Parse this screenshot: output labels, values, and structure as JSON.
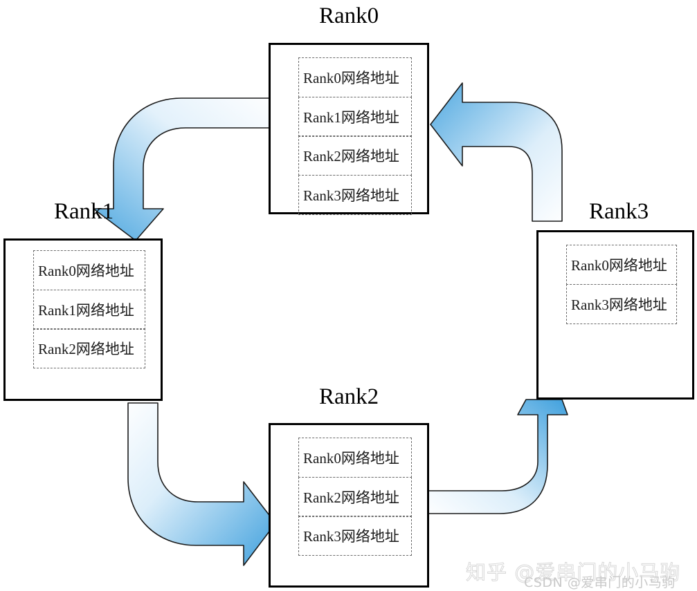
{
  "diagram": {
    "title": "Rank network address table exchange ring",
    "accent_color": "#4FA8E0",
    "accent_color_light": "#FBFDFF",
    "border_color": "#000000",
    "entry_border_color": "#6B6B6B"
  },
  "nodes": [
    {
      "id": "rank0",
      "label": "Rank0",
      "entries": [
        "Rank0网络地址",
        "Rank1网络地址",
        "Rank2网络地址",
        "Rank3网络地址"
      ]
    },
    {
      "id": "rank1",
      "label": "Rank1",
      "entries": [
        "Rank0网络地址",
        "Rank1网络地址",
        "Rank2网络地址"
      ]
    },
    {
      "id": "rank2",
      "label": "Rank2",
      "entries": [
        "Rank0网络地址",
        "Rank2网络地址",
        "Rank3网络地址"
      ]
    },
    {
      "id": "rank3",
      "label": "Rank3",
      "entries": [
        "Rank0网络地址",
        "Rank3网络地址"
      ]
    }
  ],
  "arrows": [
    {
      "id": "rank0-to-rank1",
      "from": "Rank0",
      "to": "Rank1",
      "direction": "down"
    },
    {
      "id": "rank1-to-rank2",
      "from": "Rank1",
      "to": "Rank2",
      "direction": "right"
    },
    {
      "id": "rank2-to-rank3",
      "from": "Rank2",
      "to": "Rank3",
      "direction": "up"
    },
    {
      "id": "rank3-to-rank0",
      "from": "Rank3",
      "to": "Rank0",
      "direction": "left"
    }
  ],
  "watermarks": {
    "zhihu": "知乎 @爱串门的小马驹",
    "csdn": "CSDN @爱串门的小马驹"
  }
}
